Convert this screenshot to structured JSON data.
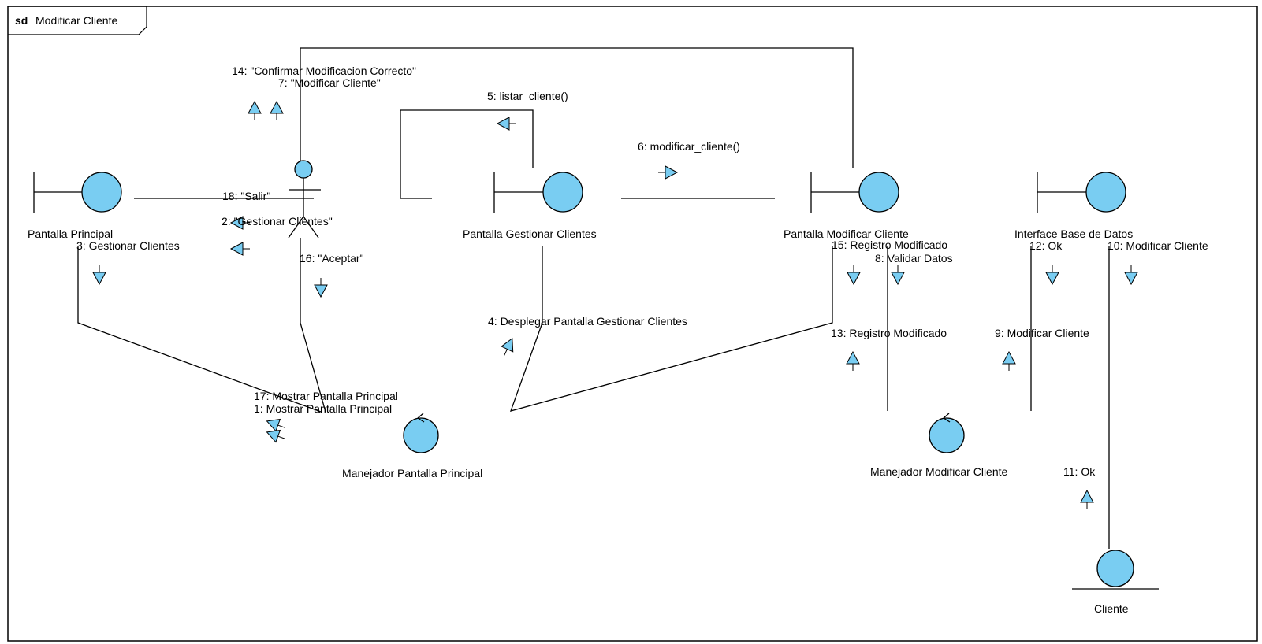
{
  "frame": {
    "keyword": "sd",
    "name": "Modificar Cliente"
  },
  "colors": {
    "fill": "#79cdf2",
    "stroke": "#000000",
    "background": "#ffffff"
  },
  "objects": {
    "pantalla_principal": "Pantalla Principal",
    "pantalla_gestionar": "Pantalla Gestionar Clientes",
    "pantalla_modificar": "Pantalla Modificar Cliente",
    "interface_bd": "Interface Base de Datos",
    "manejador_principal": "Manejador Pantalla Principal",
    "manejador_modificar": "Manejador Modificar Cliente",
    "cliente": "Cliente"
  },
  "messages": {
    "m1": "1: Mostrar Pantalla Principal",
    "m2": "2: \"Gestionar Clientes\"",
    "m3": "3: Gestionar Clientes",
    "m4": "4: Desplegar Pantalla Gestionar Clientes",
    "m5": "5: listar_cliente()",
    "m6": "6: modificar_cliente()",
    "m7": "7: \"Modificar Cliente\"",
    "m8": "8: Validar Datos",
    "m9": "9: Modificar Cliente",
    "m10": "10: Modificar Cliente",
    "m11": "11: Ok",
    "m12": "12: Ok",
    "m13": "13: Registro Modificado",
    "m14": "14: \"Confirmar Modificacion Correcto\"",
    "m15": "15: Registro Modificado",
    "m16": "16: \"Aceptar\"",
    "m17": "17: Mostrar Pantalla Principal",
    "m18": "18: \"Salir\""
  }
}
